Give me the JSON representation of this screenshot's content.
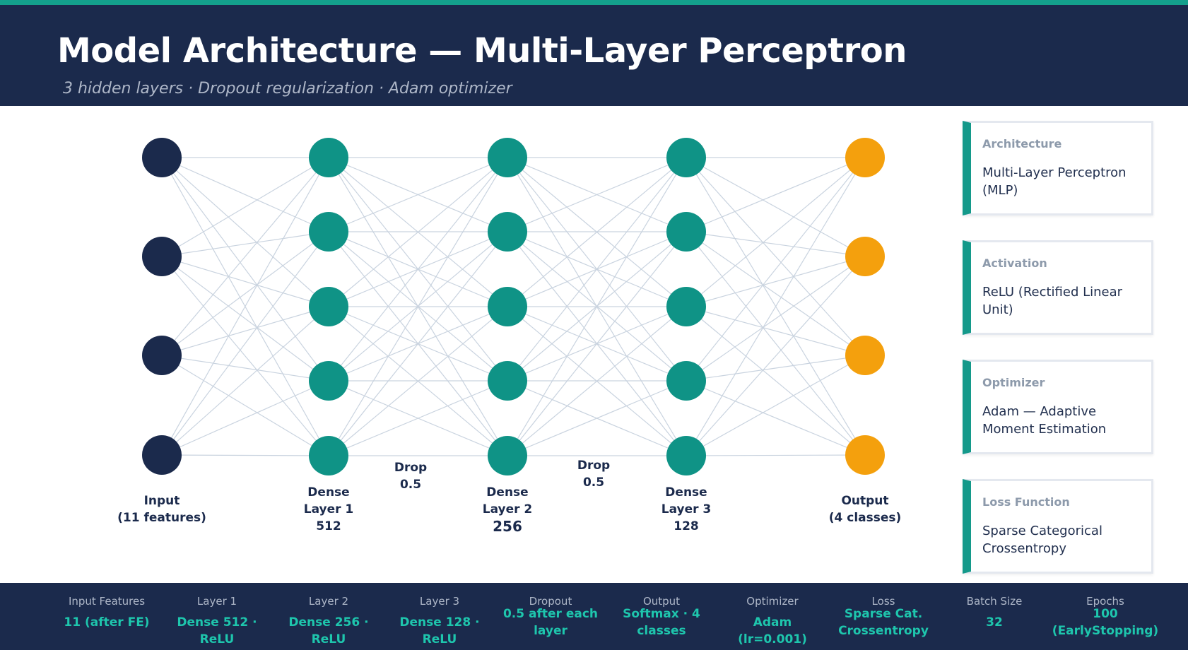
{
  "header": {
    "title": "Model Architecture — Multi-Layer Perceptron",
    "subtitle": "3 hidden layers · Dropout regularization · Adam optimizer"
  },
  "colors": {
    "header_bg": "#1b2a4c",
    "accent": "#14a08c",
    "input_node": "#1b2a4c",
    "hidden_node": "#0f9386",
    "output_node": "#f4a00d",
    "edge": "#c9d3df",
    "stat_value": "#1ec6ad"
  },
  "network": {
    "layers": [
      {
        "id": "input",
        "nodes": 4,
        "label_lines": [
          "Input",
          "(11 features)"
        ]
      },
      {
        "id": "dense1",
        "nodes": 5,
        "label_lines": [
          "Dense",
          "Layer 1",
          "512"
        ]
      },
      {
        "id": "dense2",
        "nodes": 5,
        "label_lines": [
          "Dense",
          "Layer 2",
          "256"
        ]
      },
      {
        "id": "dense3",
        "nodes": 5,
        "label_lines": [
          "Dense",
          "Layer 3",
          "128"
        ]
      },
      {
        "id": "output",
        "nodes": 4,
        "label_lines": [
          "Output",
          "(4 classes)"
        ]
      }
    ],
    "dropouts": [
      {
        "lines": [
          "Drop",
          "0.5"
        ]
      },
      {
        "lines": [
          "Drop",
          "0.5"
        ]
      }
    ]
  },
  "cards": [
    {
      "label": "Architecture",
      "value": "Multi-Layer Perceptron (MLP)"
    },
    {
      "label": "Activation",
      "value": "ReLU (Rectified Linear Unit)"
    },
    {
      "label": "Optimizer",
      "value": "Adam — Adaptive Moment Estimation"
    },
    {
      "label": "Loss Function",
      "value": "Sparse Categorical Crossentropy"
    }
  ],
  "stats": [
    {
      "label": "Input Features",
      "value": "11 (after FE)"
    },
    {
      "label": "Layer 1",
      "value": "Dense 512 · ReLU"
    },
    {
      "label": "Layer 2",
      "value": "Dense 256 · ReLU"
    },
    {
      "label": "Layer 3",
      "value": "Dense 128 · ReLU"
    },
    {
      "label": "Dropout",
      "value": "0.5 after each layer"
    },
    {
      "label": "Output",
      "value": "Softmax · 4 classes"
    },
    {
      "label": "Optimizer",
      "value": "Adam (lr=0.001)"
    },
    {
      "label": "Loss",
      "value": "Sparse Cat. Crossentropy"
    },
    {
      "label": "Batch Size",
      "value": "32"
    },
    {
      "label": "Epochs",
      "value": "100 (EarlyStopping)"
    }
  ]
}
